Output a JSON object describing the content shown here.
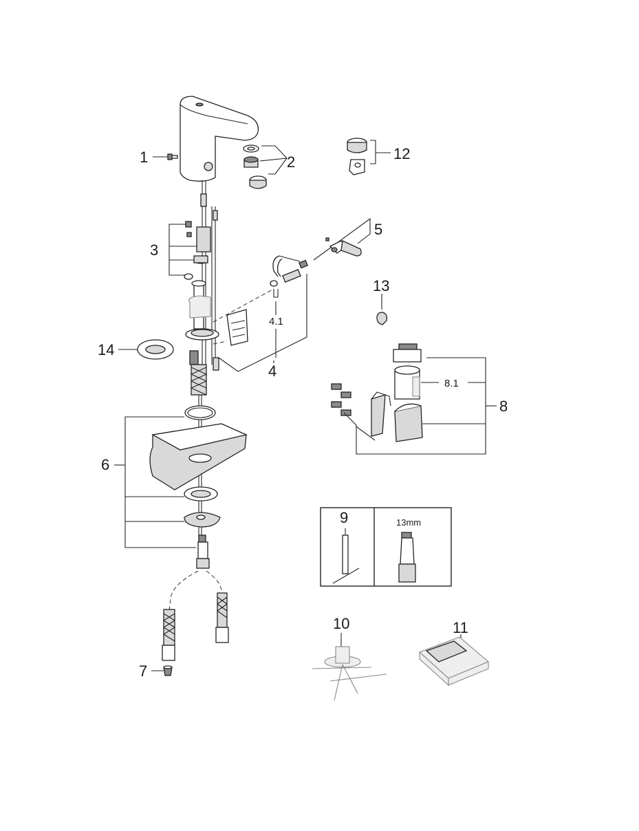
{
  "labels": {
    "p1": "1",
    "p2": "2",
    "p3": "3",
    "p4": "4",
    "p4_1": "4.1",
    "p5": "5",
    "p6": "6",
    "p7": "7",
    "p8": "8",
    "p8_1": "8.1",
    "p9": "9",
    "p10": "10",
    "p11": "11",
    "p12": "12",
    "p13": "13",
    "p14": "14",
    "tool_size": "13mm"
  }
}
